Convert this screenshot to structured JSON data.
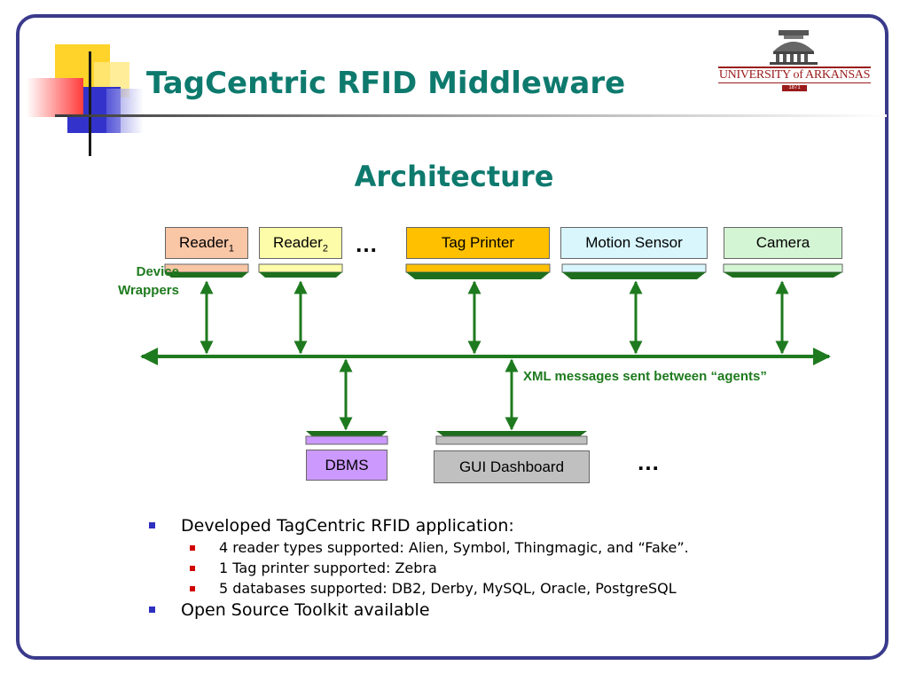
{
  "slide": {
    "title": "TagCentric RFID Middleware",
    "subtitle": "Architecture"
  },
  "logo": {
    "text": "UNIVERSITY of ARKANSAS",
    "year": "1871",
    "color": "#9a1b1b"
  },
  "diagram": {
    "wrapper_label_line1": "Device",
    "wrapper_label_line2": "Wrappers",
    "bus_label": "XML messages sent between “agents”",
    "ellipsis_top": "…",
    "ellipsis_bottom": "…",
    "devices": [
      {
        "label": "Reader",
        "sub": "1",
        "fill": "#f9c6a6"
      },
      {
        "label": "Reader",
        "sub": "2",
        "fill": "#fdfca8"
      },
      {
        "label": "Tag Printer",
        "sub": "",
        "fill": "#ffc000"
      },
      {
        "label": "Motion Sensor",
        "sub": "",
        "fill": "#d8f6fc"
      },
      {
        "label": "Camera",
        "sub": "",
        "fill": "#d4f5d4"
      }
    ],
    "consumers": [
      {
        "label": "DBMS",
        "fill": "#cc99ff"
      },
      {
        "label": "GUI Dashboard",
        "fill": "#c0c0c0"
      }
    ],
    "colors": {
      "bus": "#1e7a1e",
      "wrapper": "#1e6e1e"
    }
  },
  "bullets": [
    {
      "text": "Developed TagCentric RFID application:",
      "children": [
        "4 reader types supported:  Alien, Symbol, Thingmagic, and “Fake”.",
        "1 Tag printer supported:  Zebra",
        "5 databases supported:  DB2, Derby, MySQL, Oracle, PostgreSQL"
      ]
    },
    {
      "text": "Open Source Toolkit available",
      "children": []
    }
  ]
}
